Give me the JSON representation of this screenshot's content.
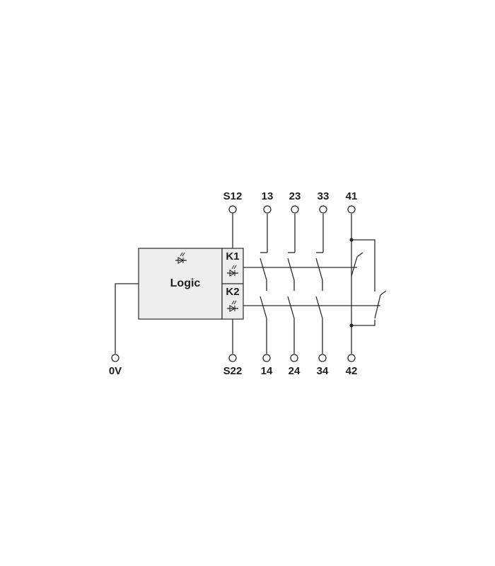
{
  "diagram": {
    "logic_label": "Logic",
    "relay_labels": {
      "k1": "K1",
      "k2": "K2"
    },
    "terminals": {
      "top": {
        "s12": "S12",
        "t13": "13",
        "t23": "23",
        "t33": "33",
        "t41": "41"
      },
      "bottom": {
        "v0": "0V",
        "s22": "S22",
        "t14": "14",
        "t24": "24",
        "t34": "34",
        "t42": "42"
      }
    },
    "icons": [
      "led-icon",
      "led-icon",
      "led-icon"
    ],
    "colors": {
      "line": "#2a2a2a",
      "block_fill": "#eeeeee",
      "background": "#ffffff"
    }
  }
}
